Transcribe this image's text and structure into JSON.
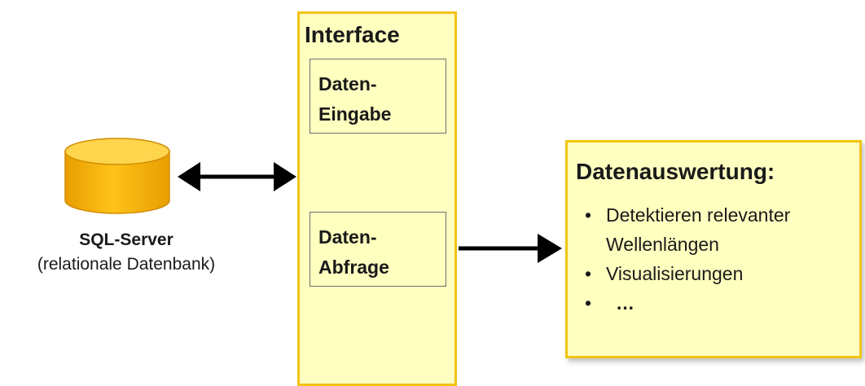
{
  "interface": {
    "title": "Interface",
    "boxes": [
      {
        "line1": "Daten-",
        "line2": "Eingabe"
      },
      {
        "line1": "Daten-",
        "line2": "Abfrage"
      }
    ]
  },
  "database": {
    "title": "SQL-Server",
    "subtitle": "(relationale Datenbank)",
    "icon": "database-cylinder-icon"
  },
  "results": {
    "title": "Datenauswertung:",
    "bullets": [
      {
        "lines": [
          "Detektieren relevanter",
          "Wellenlängen"
        ]
      },
      {
        "lines": [
          "Visualisierungen"
        ]
      },
      {
        "lines": [
          "…"
        ]
      }
    ]
  },
  "colors": {
    "box_fill": "#ffffc0",
    "box_border": "#f2c313",
    "cylinder_fill": "#f7b500",
    "cylinder_top": "#ffd24a",
    "arrow": "#000000"
  }
}
